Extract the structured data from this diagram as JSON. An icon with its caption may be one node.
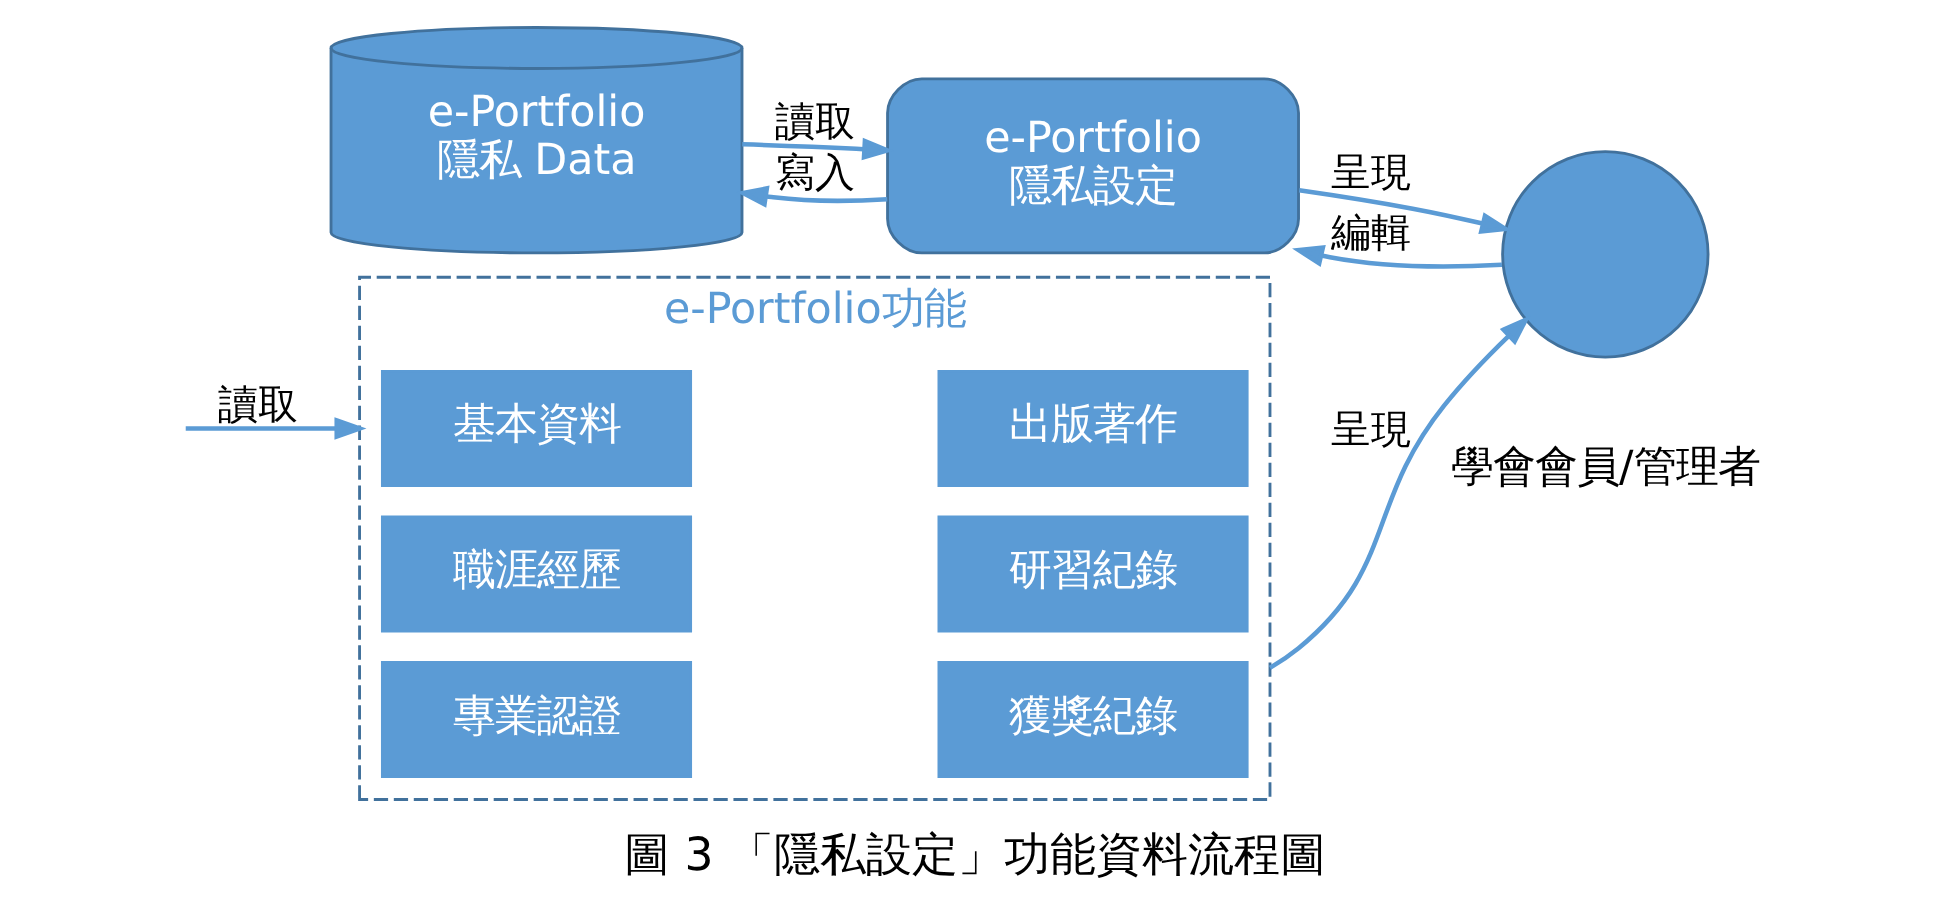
{
  "diagram": {
    "caption": "圖 3 「隱私設定」功能資料流程圖",
    "nodes": [
      {
        "text": [
          "e-Portfolio 隱私 Data"
        ]
      },
      {
        "text": [
          "e-Portfolio 隱私設定"
        ]
      },
      {
        "text": [],
        "shape": "circle",
        "beside": [
          "學會會員/管理者"
        ]
      },
      {
        "text": [
          "e-Portfolio功能"
        ]
      },
      {
        "text": [
          "基本資料"
        ],
        "in": 3
      },
      {
        "text": [
          "出版著作"
        ],
        "in": 3
      },
      {
        "text": [
          "職涯經歷"
        ],
        "in": 3
      },
      {
        "text": [
          "研習紀錄"
        ],
        "in": 3
      },
      {
        "text": [
          "專業認證"
        ],
        "in": 3
      },
      {
        "text": [
          "獲獎紀錄"
        ],
        "in": 3
      }
    ],
    "edges": [
      {
        "from": 0,
        "to": 1,
        "arrow": "to",
        "label": "讀取"
      },
      {
        "from": 1,
        "to": 0,
        "arrow": "to",
        "label": "寫入"
      },
      {
        "from": 1,
        "to": 2,
        "arrow": "to",
        "label": "呈現"
      },
      {
        "from": 2,
        "to": 1,
        "arrow": "to",
        "label": "編輯"
      },
      {
        "from": null,
        "to": 3,
        "arrow": "to",
        "label": "讀取"
      },
      {
        "from": 3,
        "to": 2,
        "arrow": "to",
        "label": "呈現"
      }
    ]
  }
}
